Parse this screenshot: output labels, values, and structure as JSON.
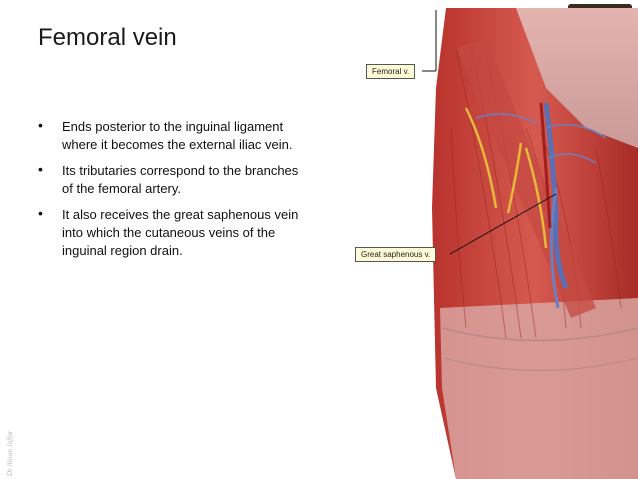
{
  "slide": {
    "title": "Femoral vein",
    "bullets": [
      {
        "symbol": "•",
        "text": "Ends posterior to the inguinal ligament where it becomes the external iliac vein."
      },
      {
        "symbol": "•",
        "text": "Its tributaries correspond to the branches of the femoral artery."
      },
      {
        "symbol": "•",
        "text": "It also receives the great saphenous vein into which the cutaneous veins of the inguinal region drain."
      }
    ],
    "credit": "Dr Ahsan Jaffar"
  },
  "figure": {
    "labels": {
      "femoral": "Femoral v.",
      "saphenous": "Great saphenous v."
    }
  },
  "colors": {
    "label_bg": "#fffbd6",
    "muscle": "#c9463e",
    "vein": "#5b6fb5"
  }
}
